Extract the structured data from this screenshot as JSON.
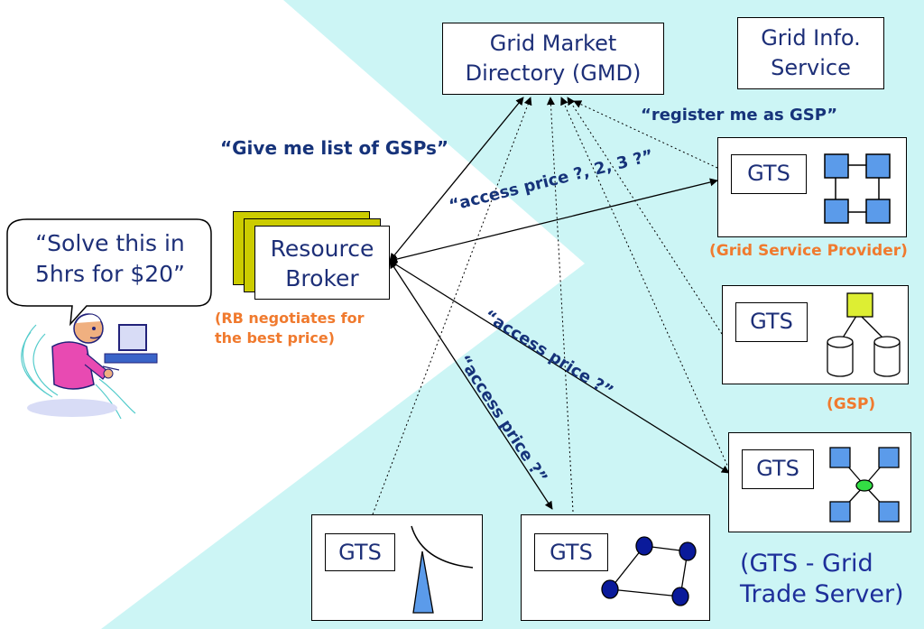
{
  "gmd": {
    "line1": "Grid Market",
    "line2": "Directory (GMD)"
  },
  "gis": {
    "line1": "Grid Info.",
    "line2": "Service"
  },
  "broker": {
    "line1": "Resource",
    "line2": "Broker"
  },
  "user_bubble": {
    "line1": "“Solve this in",
    "line2": "5hrs for $20”"
  },
  "messages": {
    "give_list": "“Give me list of GSPs”",
    "register": "“register me as GSP”",
    "access_price_multi": "“access price ?, 2, 3 ?”",
    "access_price_a": "“access price ?”",
    "access_price_b": "“access price ?”"
  },
  "notes": {
    "rb_line1": "(RB negotiates for",
    "rb_line2": "the best price)",
    "grid_service_provider": "(Grid Service Provider)",
    "gsp": "(GSP)"
  },
  "gts_label": "GTS",
  "legend": {
    "line1": "(GTS - Grid",
    "line2": "Trade Server)"
  },
  "colors": {
    "cyan_background": "#ccf5f5",
    "node_blue": "#5b9bea",
    "node_yellow_green": "#ddee33",
    "hub_green": "#33dd44",
    "node_navy": "#0a1a9a",
    "broker_stack_olive": "#cccc00",
    "text_blue": "#1d2f78",
    "note_orange": "#f07a2e"
  }
}
